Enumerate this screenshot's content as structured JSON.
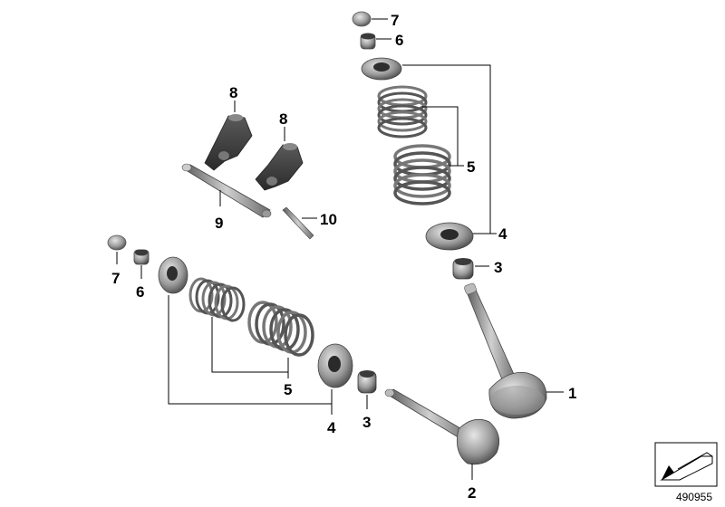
{
  "callouts": {
    "c1": "1",
    "c2": "2",
    "c3_upper": "3",
    "c3_lower": "3",
    "c4_upper": "4",
    "c4_lower": "4",
    "c5_upper": "5",
    "c5_lower": "5",
    "c6_upper": "6",
    "c6_lower": "6",
    "c7_upper": "7",
    "c7_lower": "7",
    "c8_left": "8",
    "c8_right": "8",
    "c9": "9",
    "c10": "10"
  },
  "reference_number": "490955",
  "icons": {
    "corner_badge": "arrow-badge-icon"
  },
  "colors": {
    "part": "#8a8a8a",
    "part_dark": "#3a3a3a",
    "part_light": "#c8c8c8",
    "line": "#000000"
  }
}
